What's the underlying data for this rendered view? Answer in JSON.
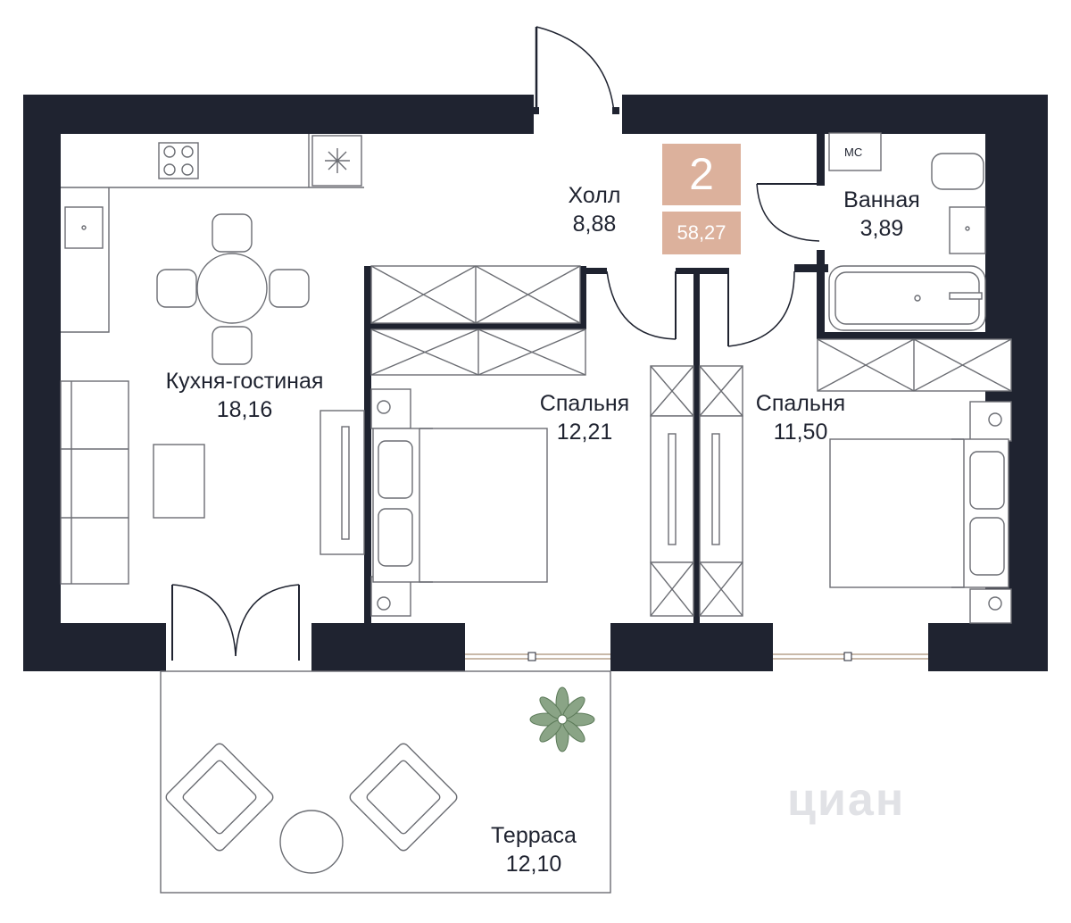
{
  "apartment": {
    "rooms_count": "2",
    "total_area": "58,27"
  },
  "rooms": {
    "hall": {
      "name": "Холл",
      "area": "8,88"
    },
    "bathroom": {
      "name": "Ванная",
      "area": "3,89",
      "wc_label": "МС"
    },
    "kitchen_living": {
      "name": "Кухня-гостиная",
      "area": "18,16"
    },
    "bedroom1": {
      "name": "Спальня",
      "area": "12,21"
    },
    "bedroom2": {
      "name": "Спальня",
      "area": "11,50"
    },
    "terrace": {
      "name": "Терраса",
      "area": "12,10"
    }
  },
  "watermark": {
    "text": "циан"
  },
  "colors": {
    "walls": "#1f2330",
    "badge": "#dcb19c",
    "plant": "#8aa486"
  }
}
